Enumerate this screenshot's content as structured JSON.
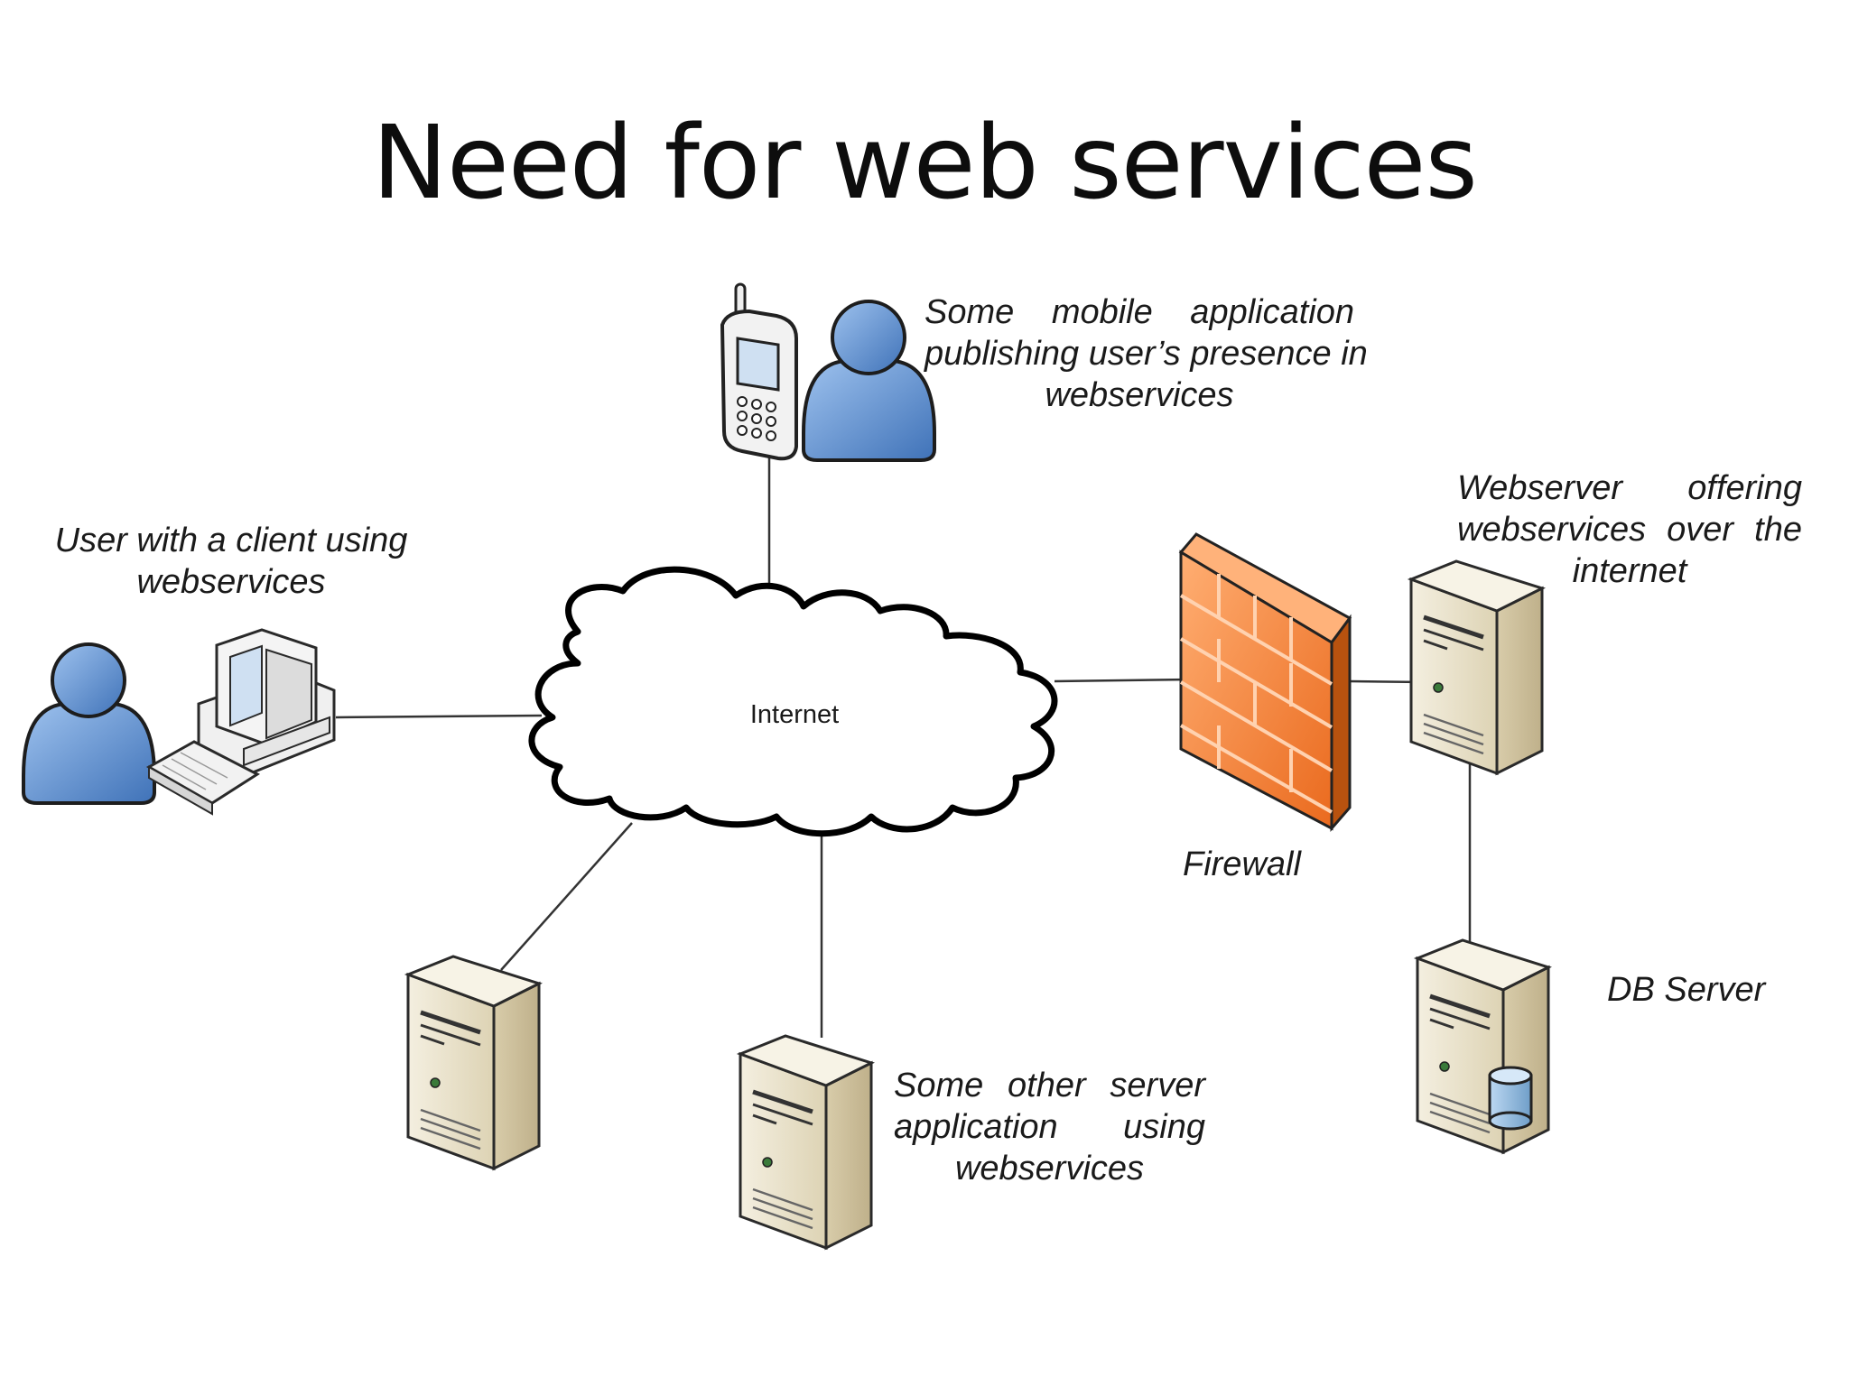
{
  "title": "Need for web services",
  "internet_label": "Internet",
  "captions": {
    "mobile": [
      "Some mobile application",
      "publishing user’s presence in",
      "webservices"
    ],
    "client": [
      "User with a client using",
      "webservices"
    ],
    "webserver": [
      "Webserver offering",
      "webservices over the",
      "internet"
    ],
    "firewall": "Firewall",
    "db_server": "DB Server",
    "other_server": [
      "Some other server",
      "application using",
      "webservices"
    ]
  },
  "colors": {
    "person": "#5b8fd0",
    "firewall": "#f07a2e",
    "server": "#e9e1c9",
    "cloud_stroke": "#000000"
  }
}
